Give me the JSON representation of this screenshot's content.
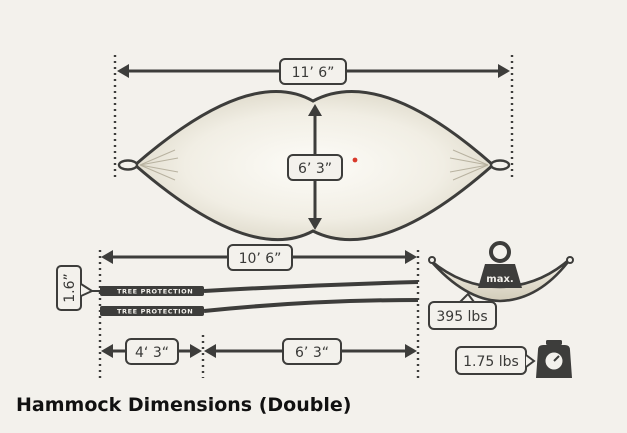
{
  "caption": "Hammock Dimensions (Double)",
  "dimensions": {
    "total_length": "11’ 6”",
    "width": "6’ 3”",
    "strap_length": "10’ 6”",
    "strap_width": "1.6”",
    "strap_segment_a": "4‘ 3“",
    "strap_segment_b": "6’ 3“"
  },
  "strap_label": "TREE PROTECTION",
  "load": {
    "weight_badge": "max.",
    "max_load": "395 lbs"
  },
  "weight": "1.75 lbs",
  "colors": {
    "outline": "#3d3d3b",
    "fabric_light": "#fbfaf6",
    "fabric_shade": "#d6d1c0",
    "background": "#f3f1ec",
    "accent_dot": "#d93a2b"
  },
  "icons": [
    "scale-icon",
    "weight-icon",
    "hammock-icon"
  ]
}
